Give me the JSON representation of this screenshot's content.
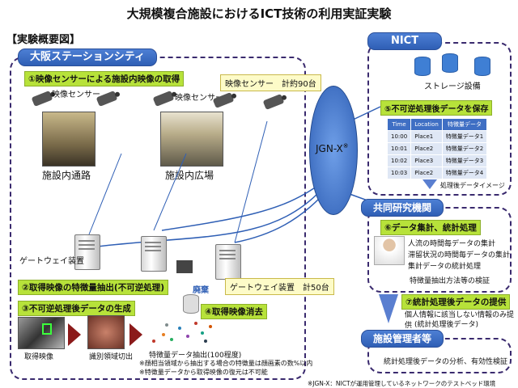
{
  "title": "大規模複合施設におけるICT技術の利用実証実験",
  "overview_label": "【実験概要図】",
  "osaka": {
    "header": "大阪ステーションシティ",
    "step1": "①映像センサーによる施設内映像の取得",
    "sensor_count": "映像センサー　計約90台",
    "sensor_label_1": "映像センサー",
    "sensor_label_2": "映像センサー",
    "place_1": "施設内通路",
    "place_2": "施設内広場",
    "gateway_label": "ゲートウェイ装置",
    "gateway_count": "ゲートウェイ装置　計50台",
    "discard": "廃棄",
    "step2": "②取得映像の特徴量抽出(不可逆処理)",
    "step3": "③不可逆処理後データの生成",
    "step4": "④取得映像消去",
    "acquired": "取得映像",
    "region": "識別領域切出",
    "feature": "特徴量データ抽出(100程度)",
    "note_1": "※顔相当領域から抽出する場合の特徴量は顔画素の数%以内",
    "note_2": "※特徴量データから取得映像の復元は不可能"
  },
  "jgn": {
    "label": "JGN-X",
    "mark": "※"
  },
  "nict": {
    "header": "NICT",
    "storage": "ストレージ設備",
    "step5": "⑤不可逆処理後データを保存",
    "table_headers": [
      "Time",
      "Location",
      "特徴量データ"
    ],
    "table_rows": [
      [
        "10:00",
        "Place1",
        "特徴量データ1"
      ],
      [
        "10:01",
        "Place2",
        "特徴量データ2"
      ],
      [
        "10:02",
        "Place3",
        "特徴量データ3"
      ],
      [
        "10:03",
        "Place2",
        "特徴量データ4"
      ]
    ],
    "image_caption": "処理後データイメージ"
  },
  "research": {
    "header": "共同研究機関",
    "step6": "⑥データ集計、統計処理",
    "items": [
      "人流の時間毎データの集計",
      "滞留状況の時間毎データの集計",
      "集計データの統計処理"
    ],
    "method": "特徴量抽出方法等の検証"
  },
  "step7": {
    "label": "⑦統計処理後データの提供",
    "line1": "個人情報に該当しない情報のみ提供",
    "line2": "(統計処理後データ)"
  },
  "facility": {
    "header": "施設管理者等",
    "text": "統計処理後データの分析、有効性検証"
  },
  "footnote": "※JGN-X：NICTが運用管理しているネットワークのテストベッド環境",
  "colors": {
    "frame": "#3a2a6e",
    "accent_blue": "#2f5fb5",
    "green": "#b7e23a",
    "arrow_red": "#8b1a1a"
  }
}
